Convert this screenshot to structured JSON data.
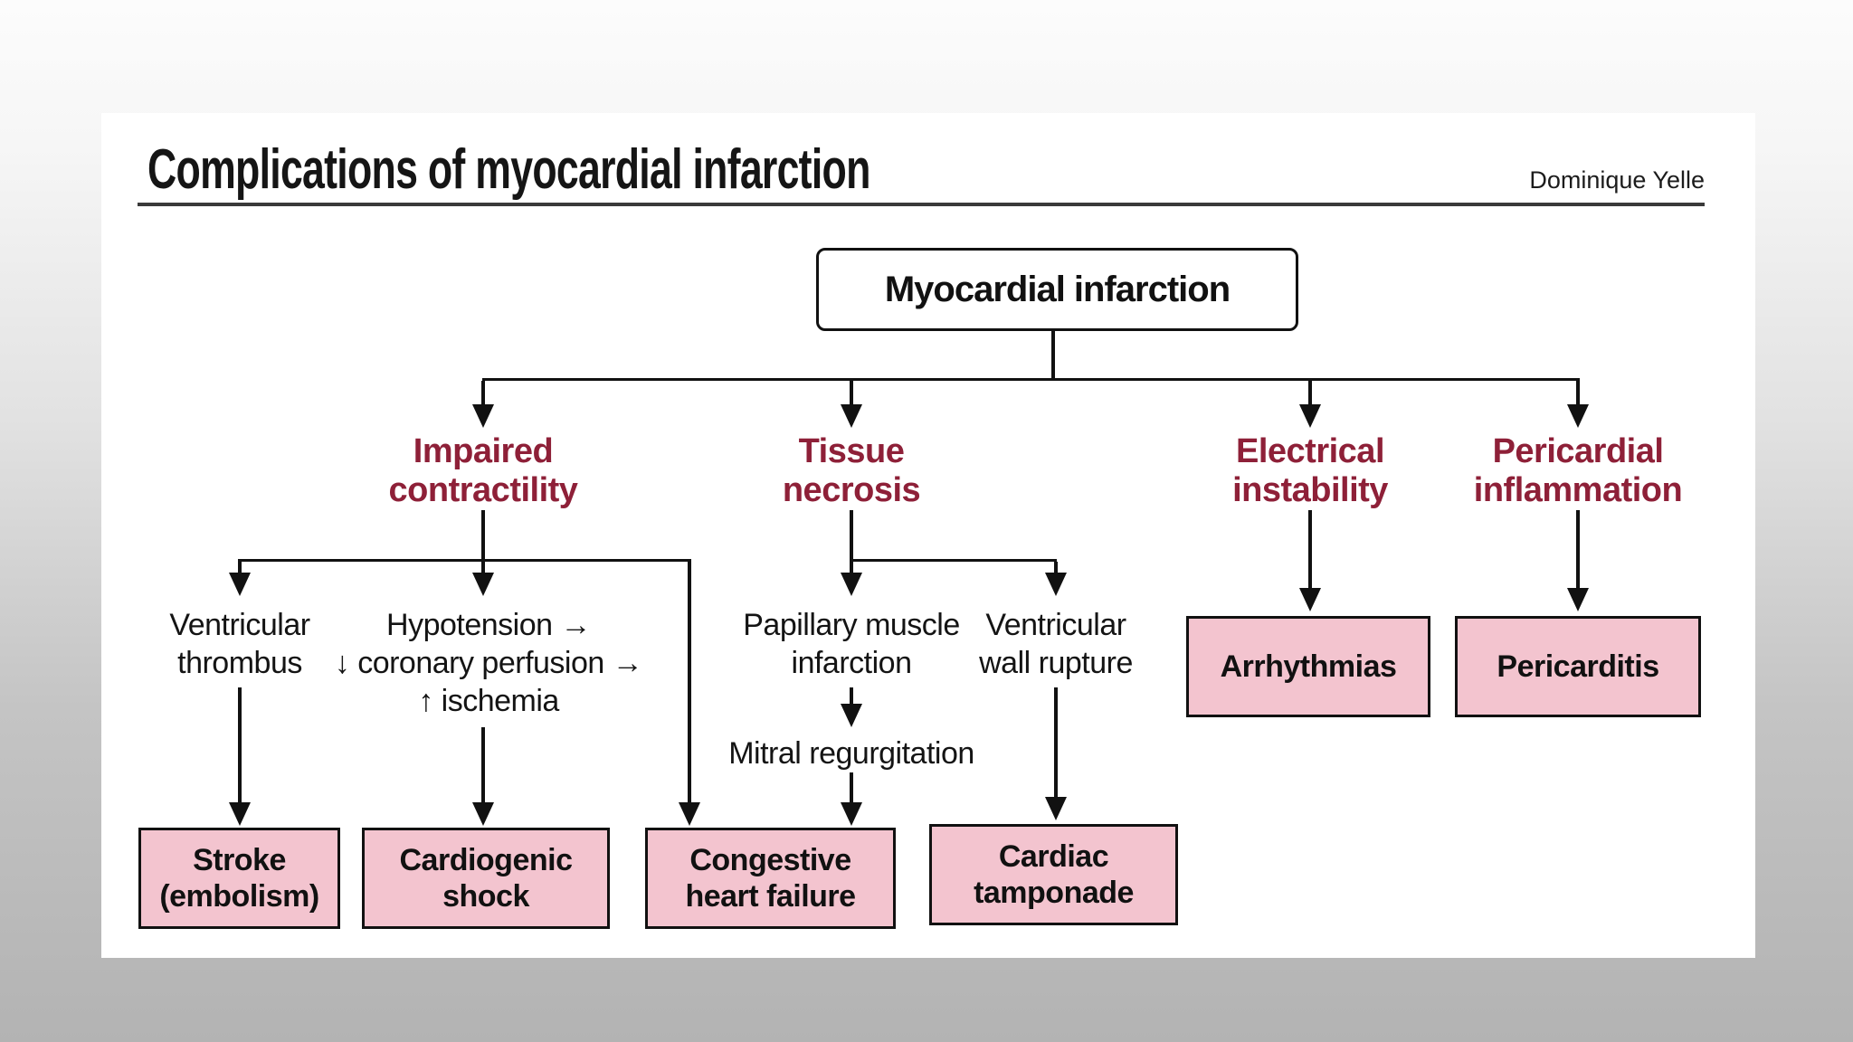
{
  "page": {
    "title": "Complications of myocardial infarction",
    "author": "Dominique Yelle"
  },
  "flowchart": {
    "root": {
      "label": "Myocardial infarction"
    },
    "branches": [
      {
        "id": "impaired-contractility",
        "lines": [
          "Impaired",
          "contractility"
        ]
      },
      {
        "id": "tissue-necrosis",
        "lines": [
          "Tissue",
          "necrosis"
        ]
      },
      {
        "id": "electrical-instability",
        "lines": [
          "Electrical",
          "instability"
        ]
      },
      {
        "id": "pericardial-inflammation",
        "lines": [
          "Pericardial",
          "inflammation"
        ]
      }
    ],
    "intermediate_nodes": [
      {
        "id": "ventricular-thrombus",
        "lines": [
          "Ventricular",
          "thrombus"
        ]
      },
      {
        "id": "hypotension-cascade",
        "lines": [
          "Hypotension →",
          "↓ coronary perfusion →",
          "↑ ischemia"
        ]
      },
      {
        "id": "papillary-muscle-infarction",
        "lines": [
          "Papillary muscle",
          "infarction"
        ]
      },
      {
        "id": "ventricular-wall-rupture",
        "lines": [
          "Ventricular",
          "wall rupture"
        ]
      },
      {
        "id": "mitral-regurgitation",
        "lines": [
          "Mitral regurgitation"
        ]
      }
    ],
    "outcome_boxes": [
      {
        "id": "stroke-embolism",
        "lines": [
          "Stroke",
          "(embolism)"
        ]
      },
      {
        "id": "cardiogenic-shock",
        "lines": [
          "Cardiogenic",
          "shock"
        ]
      },
      {
        "id": "congestive-heart-failure",
        "lines": [
          "Congestive",
          "heart failure"
        ]
      },
      {
        "id": "cardiac-tamponade",
        "lines": [
          "Cardiac",
          "tamponade"
        ]
      },
      {
        "id": "arrhythmias",
        "lines": [
          "Arrhythmias"
        ]
      },
      {
        "id": "pericarditis",
        "lines": [
          "Pericarditis"
        ]
      }
    ]
  },
  "colors": {
    "branch_label_maroon": "#8e2038",
    "outcome_box_pink": "#f3c4cf",
    "line_black": "#111111",
    "page_white": "#ffffff",
    "backdrop_gray": "#b3b3b3"
  }
}
